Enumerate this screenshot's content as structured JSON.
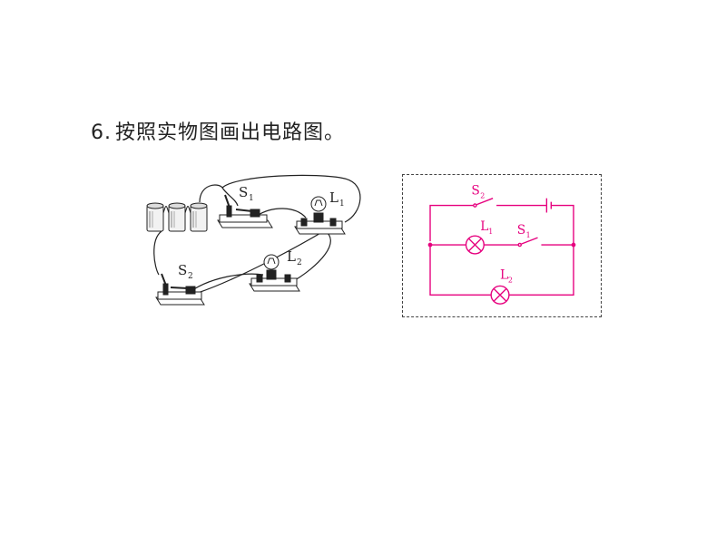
{
  "question": {
    "number": "6.",
    "text": "按照实物图画出电路图。"
  },
  "physical": {
    "labels": {
      "s1_main": "S",
      "s1_sub": "1",
      "s2_main": "S",
      "s2_sub": "2",
      "l1_main": "L",
      "l1_sub": "1",
      "l2_main": "L",
      "l2_sub": "2"
    }
  },
  "schematic": {
    "color": "#e6007e",
    "labels": {
      "s2_main": "S",
      "s2_sub": "2",
      "l1_main": "L",
      "l1_sub": "1",
      "s1_main": "S",
      "s1_sub": "1",
      "l2_main": "L",
      "l2_sub": "2"
    }
  }
}
